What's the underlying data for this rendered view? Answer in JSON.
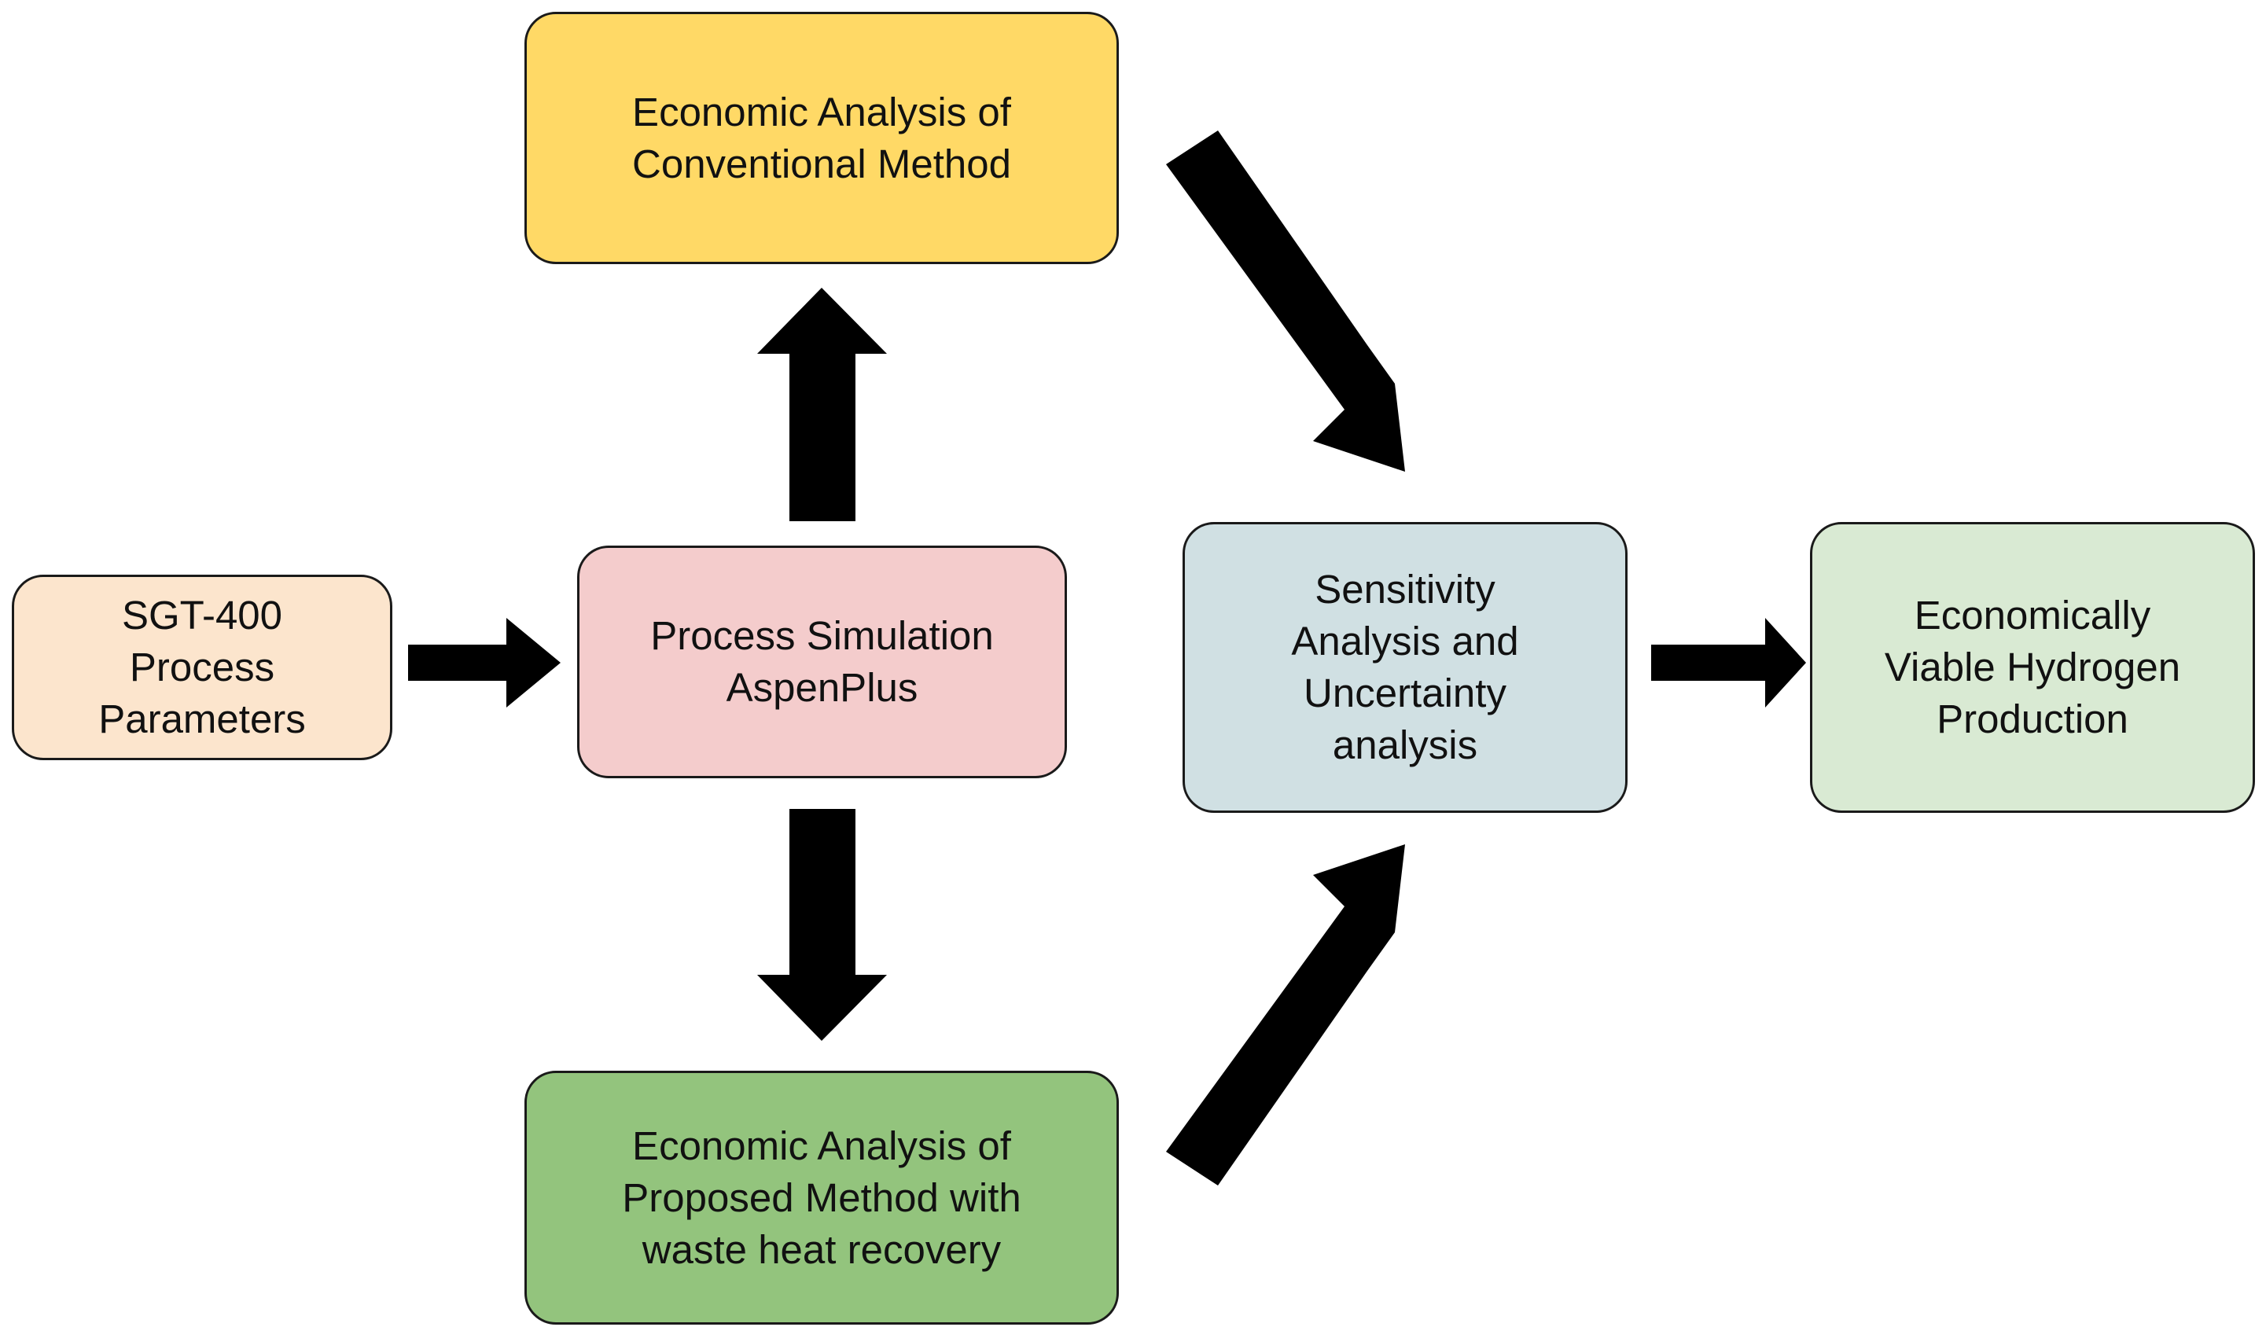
{
  "nodes": {
    "sgt400": {
      "label": "SGT-400\nProcess\nParameters",
      "color": "#fce5cd"
    },
    "process_simulation": {
      "label": "Process Simulation\nAspenPlus",
      "color": "#f4cccc"
    },
    "conventional": {
      "label": "Economic Analysis of\nConventional Method",
      "color": "#ffd966"
    },
    "proposed": {
      "label": "Economic Analysis of\nProposed Method with\nwaste heat recovery",
      "color": "#93c47d"
    },
    "sensitivity": {
      "label": "Sensitivity\nAnalysis and\nUncertainty\nanalysis",
      "color": "#d0e0e3"
    },
    "economically_viable": {
      "label": "Economically\nViable Hydrogen\nProduction",
      "color": "#d9ead3"
    }
  },
  "edges": [
    {
      "from": "sgt400",
      "to": "process_simulation"
    },
    {
      "from": "process_simulation",
      "to": "conventional"
    },
    {
      "from": "process_simulation",
      "to": "proposed"
    },
    {
      "from": "conventional",
      "to": "sensitivity"
    },
    {
      "from": "proposed",
      "to": "sensitivity"
    },
    {
      "from": "sensitivity",
      "to": "economically_viable"
    }
  ],
  "colors": {
    "arrow": "#000000",
    "border": "#1a1a1a"
  }
}
